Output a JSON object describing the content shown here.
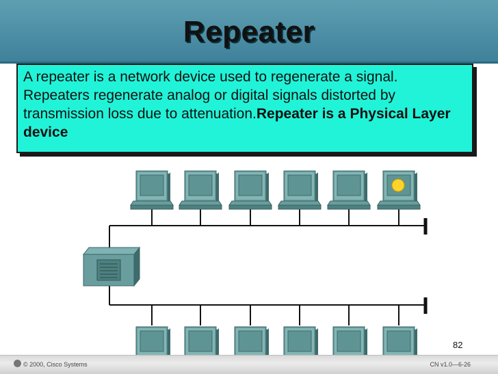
{
  "slide": {
    "title": "Repeater",
    "body_text": "A repeater is a network device used to regenerate a signal. Repeaters regenerate analog or digital signals distorted by transmission loss due to attenuation.",
    "body_bold": "Repeater is a Physical Layer device",
    "page_number": "82",
    "copyright": "© 2000, Cisco Systems",
    "version": "CN v1.0—6-26"
  },
  "colors": {
    "title_bar": "#4c8ea5",
    "textbox_bg": "#21f3d8",
    "device": "#5b8f8f",
    "monitor_screen": "#76b0b0",
    "indicator": "#ffd42a"
  },
  "diagram": {
    "top_segment_workstations": 6,
    "bottom_segment_workstations": 6,
    "center_device": "repeater",
    "highlighted_workstation": "top-6"
  }
}
